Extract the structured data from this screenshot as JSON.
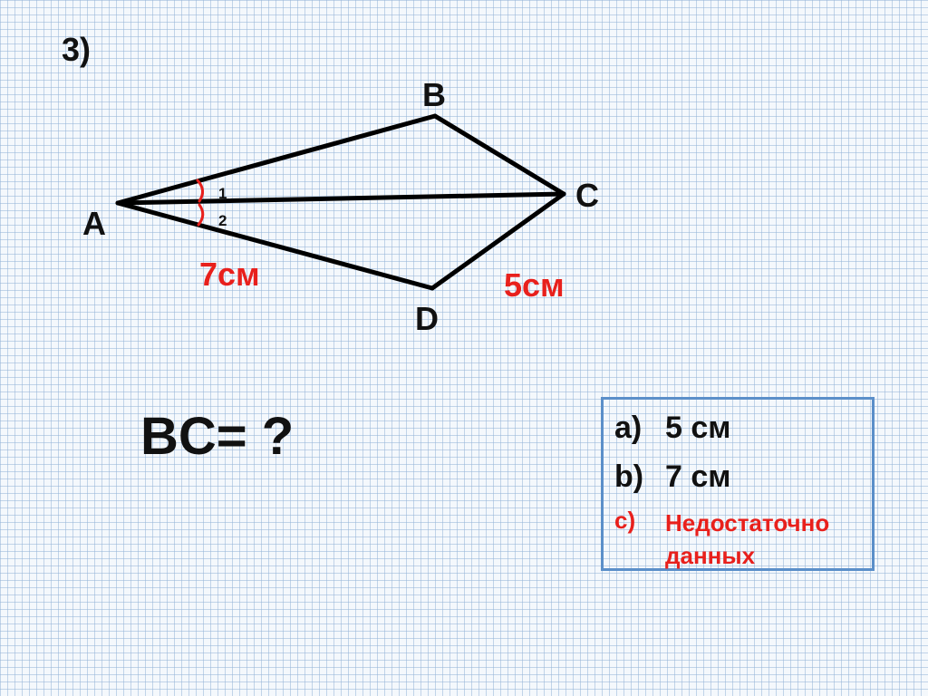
{
  "task_number": "3)",
  "vertices": {
    "a": "A",
    "b": "B",
    "c": "C",
    "d": "D"
  },
  "angle_labels": {
    "first": "1",
    "second": "2"
  },
  "measurements": {
    "ad": "7см",
    "dc": "5см"
  },
  "question": "BC= ?",
  "answers": [
    {
      "letter": "a)",
      "text": "5 см"
    },
    {
      "letter": "b)",
      "text": "7 см"
    },
    {
      "letter": "c)",
      "text_line1": "Недостаточно",
      "text_line2": "данных"
    }
  ],
  "colors": {
    "line": "#000000",
    "accent": "#e8201c",
    "box_border": "#5b8fc9"
  }
}
